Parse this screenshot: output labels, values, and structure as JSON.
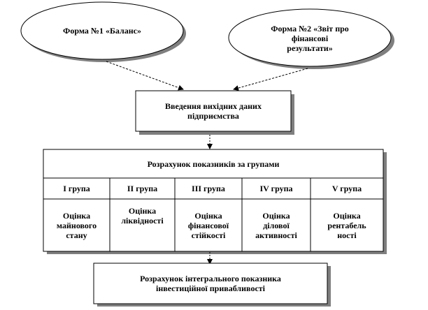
{
  "sources": [
    {
      "lines": [
        "Форма №1 «Баланс»"
      ]
    },
    {
      "lines": [
        "Форма №2 «Звіт про",
        "фінансові",
        "результати»"
      ]
    }
  ],
  "input_box": {
    "lines": [
      "Введення вихідних даних",
      "підприємства"
    ]
  },
  "calc_box": {
    "title": "Розрахунок показників за групами",
    "groups": [
      {
        "name": "I група",
        "lines": [
          "Оцінка",
          "майнового",
          "стану"
        ]
      },
      {
        "name": "II група",
        "lines": [
          "Оцінка",
          "ліквідності"
        ]
      },
      {
        "name": "III група",
        "lines": [
          "Оцінка",
          "фінансової",
          "стійкості"
        ]
      },
      {
        "name": "IV група",
        "lines": [
          "Оцінка",
          "ділової",
          "активності"
        ]
      },
      {
        "name": "V група",
        "lines": [
          "Оцінка",
          "рентабель",
          "ності"
        ]
      }
    ]
  },
  "result_box": {
    "lines": [
      "Розрахунок інтегрального показника",
      "інвестиційної привабливості"
    ]
  }
}
